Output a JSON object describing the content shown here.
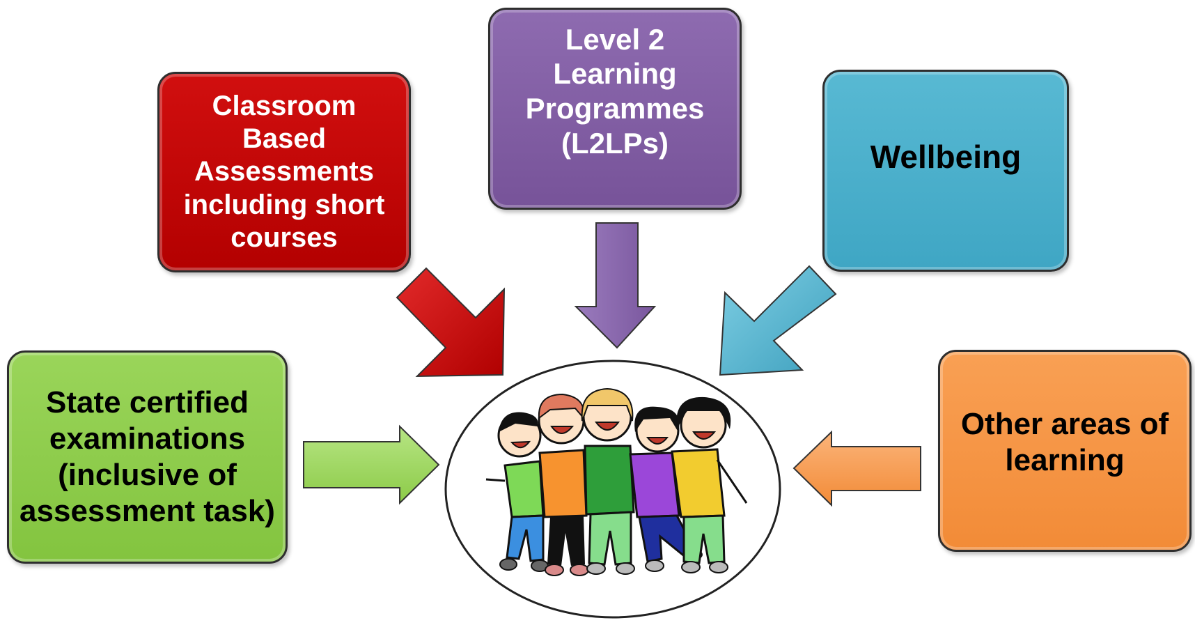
{
  "boxes": {
    "classroom": {
      "lines": [
        "Classroom",
        "Based",
        "Assessments",
        "including short",
        "courses"
      ],
      "color": "#c40808"
    },
    "l2lp": {
      "lines": [
        "Level 2",
        "Learning",
        "Programmes",
        "(L2LPs)"
      ],
      "color": "#8262a6"
    },
    "wellbeing": {
      "lines": [
        "Wellbeing"
      ],
      "color": "#4bb0cc"
    },
    "state_exams": {
      "lines": [
        "State certified",
        "examinations",
        "(inclusive of",
        "assessment task)"
      ],
      "color": "#8fcd4c"
    },
    "other_learning": {
      "lines": [
        "Other areas of",
        "learning"
      ],
      "color": "#f59545"
    }
  },
  "center_image": {
    "icon": "group-of-children-icon",
    "people_colors": [
      "#7ed957",
      "#f7932f",
      "#2e9e3a",
      "#9b47d9",
      "#f2cc2f"
    ]
  }
}
